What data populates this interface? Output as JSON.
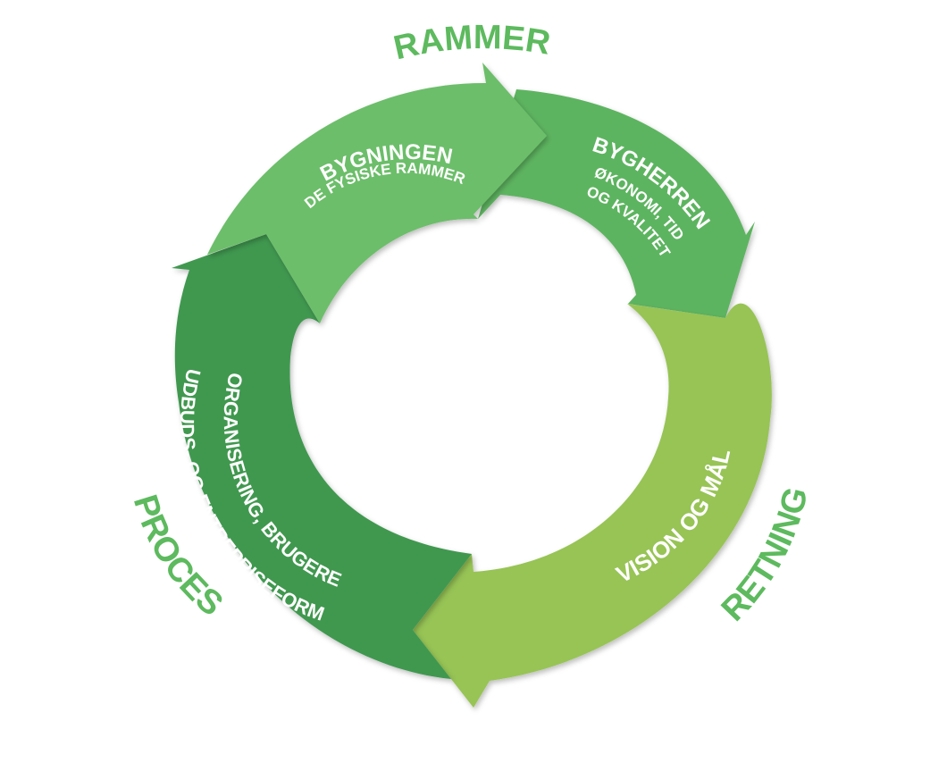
{
  "colors": {
    "background": "#ffffff",
    "label_green": "#5dba5e",
    "seg_rammer_top": "#6cbe6a",
    "seg_bygherren": "#5db460",
    "seg_retning": "#97c454",
    "seg_proces": "#3f9850"
  },
  "outer_labels": {
    "rammer": "RAMMER",
    "retning": "RETNING",
    "proces": "PROCES"
  },
  "segments": {
    "bygningen": {
      "title": "BYGNINGEN",
      "subtitle": "DE FYSISKE RAMMER"
    },
    "bygherren": {
      "title": "BYGHERREN",
      "line1": "ØKONOMI, TID",
      "line2": "OG KVALITET"
    },
    "vision": {
      "title": "VISION OG MÅL"
    },
    "organisering": {
      "line1": "ORGANISERING, BRUGERE",
      "line2": "UDBUDS- OG ENTREPRISEFORM"
    }
  }
}
